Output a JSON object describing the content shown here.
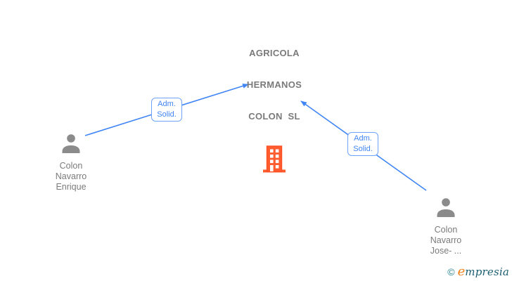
{
  "diagram": {
    "company": {
      "name": "AGRICOLA HERMANOS COLON SL",
      "line1": "AGRICOLA",
      "line2": "HERMANOS",
      "line3": "COLON  SL"
    },
    "person1": {
      "line1": "Colon",
      "line2": "Navarro",
      "line3": "Enrique"
    },
    "person2": {
      "line1": "Colon",
      "line2": "Navarro",
      "line3": "Jose- ..."
    },
    "edge1": {
      "label_line1": "Adm.",
      "label_line2": "Solid."
    },
    "edge2": {
      "label_line1": "Adm.",
      "label_line2": "Solid."
    }
  },
  "watermark": {
    "copyright_symbol": "©",
    "brand_first_letter": "e",
    "brand_rest": "mpresia",
    "brand_full": "Empresia"
  },
  "colors": {
    "arrow_blue": "#4285f4",
    "edge_label_border_blue": "#6ea3f7",
    "edge_label_text_blue": "#4285f4",
    "building_orange": "#ff5c30",
    "person_gray": "#8b8b8b",
    "text_gray": "#7a7a7a",
    "brand_teal": "#2a8290",
    "brand_orange": "#ef7f1a",
    "brand_dark_teal": "#1d5e70"
  }
}
